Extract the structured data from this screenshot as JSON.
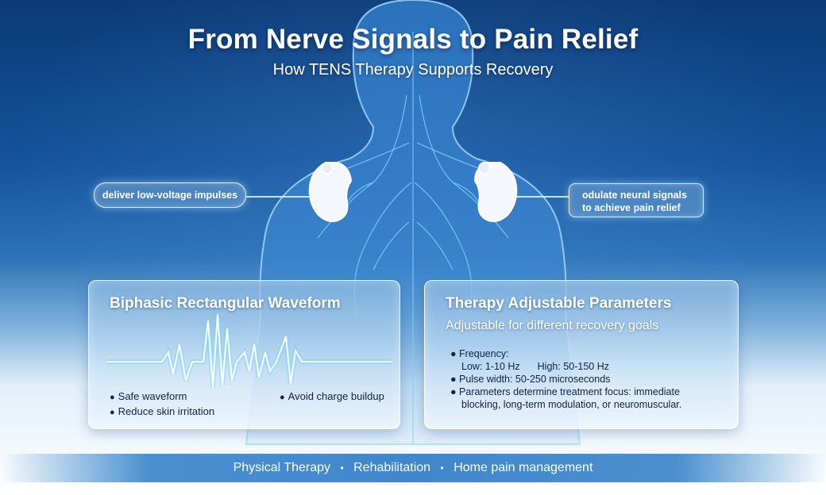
{
  "header": {
    "title": "From Nerve Signals to Pain Relief",
    "subtitle": "How TENS Therapy Supports Recovery"
  },
  "callouts": {
    "left": "deliver low-voltage impulses",
    "right_line1": "odulate neural signals",
    "right_line2": "to achieve pain relief"
  },
  "waveform_panel": {
    "title": "Biphasic Rectangular Waveform",
    "bullets": [
      "Safe waveform",
      "Reduce skin irritation",
      "Avoid charge buildup"
    ]
  },
  "parameters_panel": {
    "title": "Therapy Adjustable Parameters",
    "subtitle": "Adjustable for different recovery goals",
    "frequency_label": "Frequency:",
    "frequency_low": "Low: 1-10 Hz",
    "frequency_high": "High: 50-150 Hz",
    "pulse_width": "Pulse width: 50-250 microseconds",
    "focus_line1": "Parameters determine treatment focus: immediate",
    "focus_line2": "blocking, long-term modulation, or neuromuscular."
  },
  "footer": {
    "items": [
      "Physical Therapy",
      "Rehabilitation",
      "Home pain management"
    ],
    "separator": "•"
  },
  "colors": {
    "background_top": "#0b3a78",
    "accent_glow": "#7fd3ff",
    "text_dark": "#0e2244",
    "footer_bar": "#3f86cc"
  }
}
